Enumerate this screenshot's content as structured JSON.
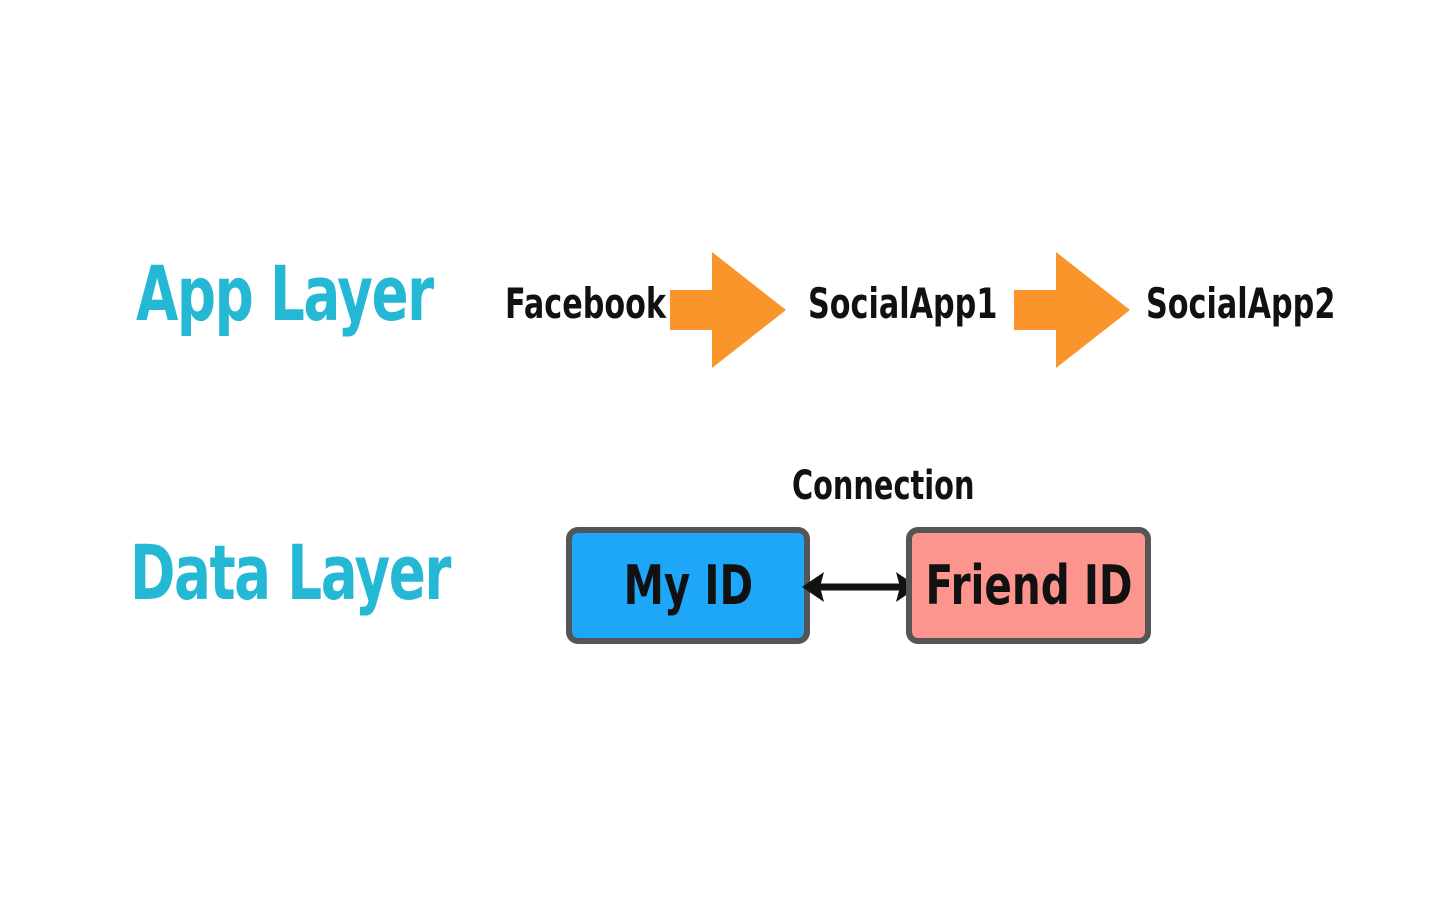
{
  "app_layer": {
    "title": "App Layer",
    "apps": [
      "Facebook",
      "SocialApp1",
      "SocialApp2"
    ]
  },
  "data_layer": {
    "title": "Data Layer",
    "connection_label": "Connection",
    "my_id": "My ID",
    "friend_id": "Friend ID"
  },
  "colors": {
    "title": "#25B8D4",
    "arrow": "#F9952A",
    "my_id_fill": "#1EA6F9",
    "friend_id_fill": "#FC958E",
    "box_border": "#555555",
    "text": "#111111"
  },
  "icons": {
    "flow_arrow": "right-arrow-icon",
    "connector": "double-headed-arrow-icon"
  }
}
